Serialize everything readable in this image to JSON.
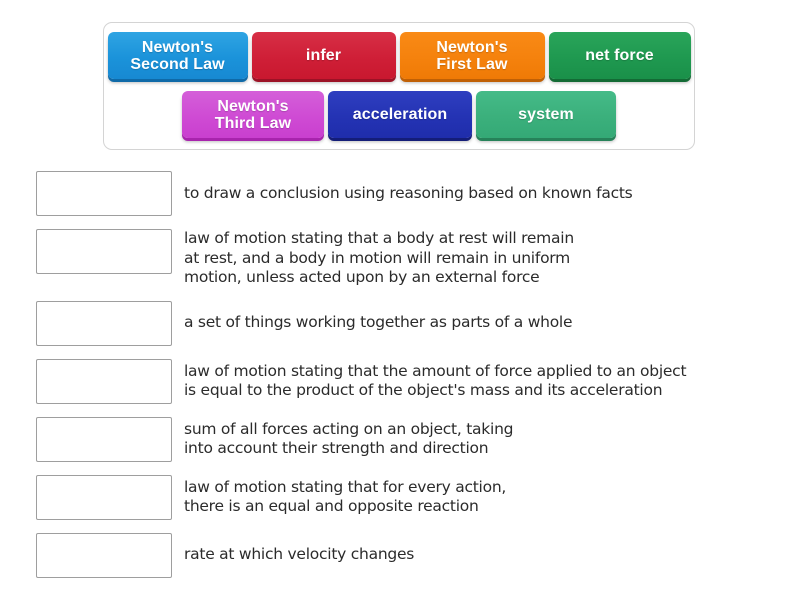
{
  "word_bank": {
    "rows": [
      {
        "tiles": [
          {
            "label": "Newton's\nSecond Law",
            "color": "#1b93da",
            "style": "t-blue"
          },
          {
            "label": "infer",
            "color": "#cf1f37",
            "style": "t-red"
          },
          {
            "label": "Newton's\nFirst Law",
            "color": "#f5820d",
            "style": "t-orange"
          },
          {
            "label": "net force",
            "color": "#1f9950",
            "style": "t-green"
          }
        ]
      },
      {
        "tiles": [
          {
            "label": "Newton's\nThird Law",
            "color": "#cf4bd4",
            "style": "t-magenta"
          },
          {
            "label": "acceleration",
            "color": "#2433b4",
            "style": "t-navy"
          },
          {
            "label": "system",
            "color": "#3bb07c",
            "style": "t-teal"
          }
        ]
      }
    ]
  },
  "definitions": [
    {
      "text": "to draw a conclusion using reasoning based on known facts",
      "answer": ""
    },
    {
      "text": "law of motion stating that a body at rest will remain\nat rest, and a body in motion will remain in uniform\nmotion, unless acted upon by an external force",
      "answer": ""
    },
    {
      "text": "a set of things working together as parts of a whole",
      "answer": ""
    },
    {
      "text": "law of motion stating that the amount of force applied to an object\nis equal to the product of the object's mass and its acceleration",
      "answer": ""
    },
    {
      "text": "sum of all forces acting on an object, taking\ninto account their strength and direction",
      "answer": ""
    },
    {
      "text": "law of motion stating that for every action,\nthere is an equal and opposite reaction",
      "answer": ""
    },
    {
      "text": "rate at which velocity changes",
      "answer": ""
    }
  ]
}
